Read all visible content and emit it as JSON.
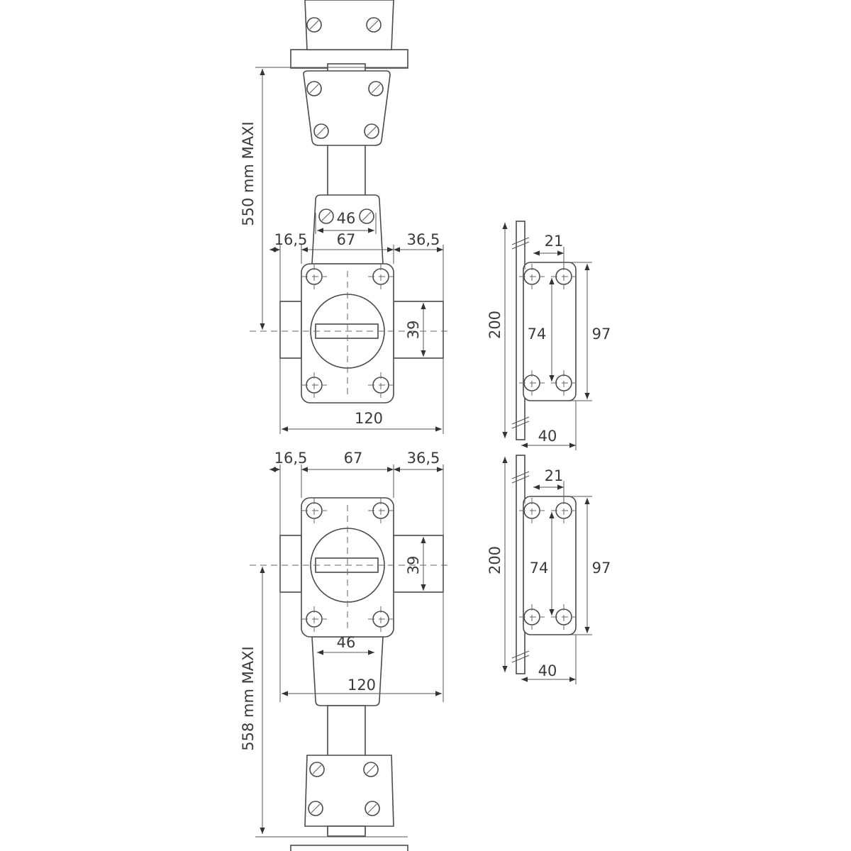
{
  "colors": {
    "line": "#4a4a4a",
    "background": "#ffffff"
  },
  "upper_lock": {
    "rod_length": "550 mm MAXI",
    "guide_spacing": "46",
    "left_offset": "16,5",
    "body_width": "67",
    "right_offset": "36,5",
    "bolt_height": "39",
    "total_width": "120"
  },
  "upper_strike": {
    "plate_length": "200",
    "hole_spacing_h": "21",
    "hole_spacing_v": "74",
    "box_height": "97",
    "box_width": "40"
  },
  "lower_lock": {
    "left_offset": "16,5",
    "body_width": "67",
    "right_offset": "36,5",
    "bolt_height": "39",
    "guide_spacing": "46",
    "total_width": "120",
    "rod_length": "558 mm MAXI"
  },
  "lower_strike": {
    "plate_length": "200",
    "hole_spacing_h": "21",
    "hole_spacing_v": "74",
    "box_height": "97",
    "box_width": "40"
  }
}
